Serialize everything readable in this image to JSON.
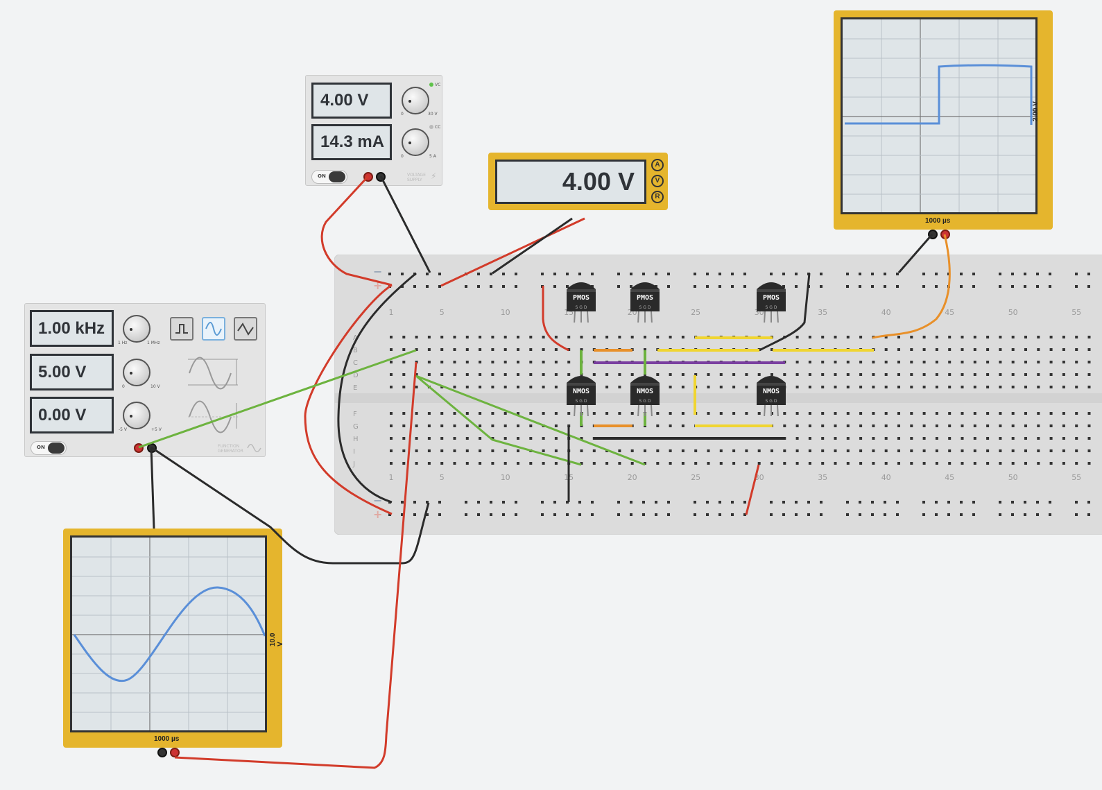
{
  "power_supply": {
    "voltage": "4.00 V",
    "current": "14.3 mA",
    "power_label": "ON",
    "cv_label": "VC",
    "cc_label": "CC",
    "v_min": "0",
    "v_max": "30 V",
    "i_min": "0",
    "i_max": "5 A",
    "brand": "VOLTAGE SUPPLY"
  },
  "multimeter": {
    "reading": "4.00 V",
    "modes": [
      "A",
      "V",
      "R"
    ],
    "active_mode": "V"
  },
  "function_generator": {
    "frequency": "1.00 kHz",
    "amplitude": "5.00 V",
    "offset": "0.00 V",
    "freq_min": "1 Hz",
    "freq_max": "1 MHz",
    "amp_min": "0",
    "amp_max": "10 V",
    "off_min": "-5 V",
    "off_max": "+5 V",
    "power_label": "ON",
    "brand": "FUNCTION GENERATOR",
    "waveforms": [
      "square",
      "sine",
      "triangle"
    ],
    "active_waveform": "sine"
  },
  "oscilloscope_output": {
    "time_div": "1000 µs",
    "volt_div": "2.00 V"
  },
  "oscilloscope_input": {
    "time_div": "1000 µs",
    "volt_div": "10.0 V"
  },
  "breadboard": {
    "column_labels": [
      "1",
      "5",
      "10",
      "15",
      "20",
      "25",
      "30",
      "35",
      "40",
      "45",
      "50",
      "55"
    ],
    "row_labels_top": [
      "A",
      "B",
      "C",
      "D",
      "E"
    ],
    "row_labels_bottom": [
      "F",
      "G",
      "H",
      "I",
      "J"
    ],
    "rail_minus": "−",
    "rail_plus": "+"
  },
  "transistors": [
    {
      "type": "PMOS",
      "pins": "S G D"
    },
    {
      "type": "PMOS",
      "pins": "S G D"
    },
    {
      "type": "PMOS",
      "pins": "S G D"
    },
    {
      "type": "NMOS",
      "pins": "S G D"
    },
    {
      "type": "NMOS",
      "pins": "S G D"
    },
    {
      "type": "NMOS",
      "pins": "S G D"
    }
  ],
  "colors": {
    "wire_red": "#d23b2a",
    "wire_black": "#2b2b2b",
    "wire_green": "#6db33f",
    "wire_orange": "#e8902a",
    "wire_yellow": "#f0d531",
    "wire_purple": "#7a3fa0",
    "trace_blue": "#5a8fd8",
    "instrument_yellow": "#e5b52d"
  }
}
